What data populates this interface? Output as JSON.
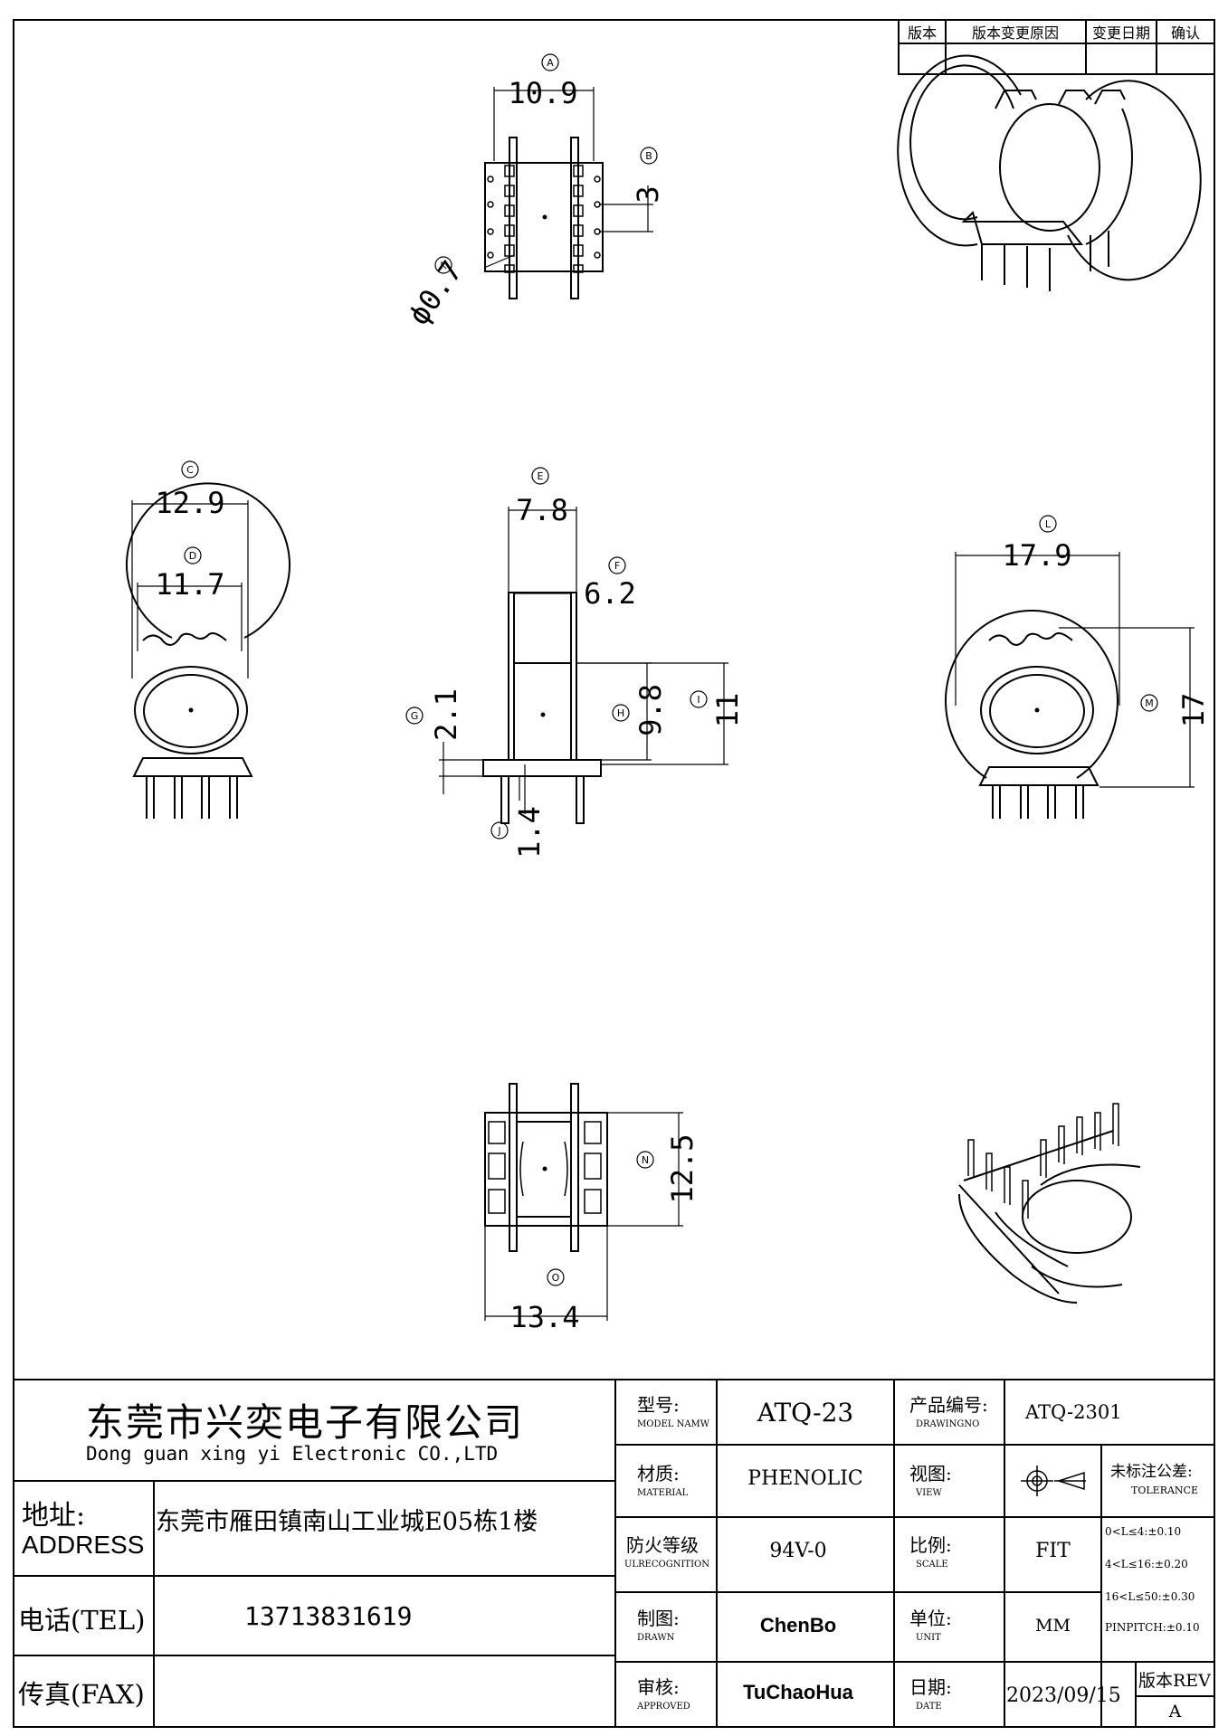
{
  "revision_table": {
    "headers": [
      "版本",
      "版本变更原因",
      "变更日期",
      "确认"
    ]
  },
  "dimensions": {
    "A": {
      "label": "A",
      "value": "10.9"
    },
    "B": {
      "label": "B",
      "value": "3"
    },
    "K": {
      "label": "K",
      "value": "ϕ0.7"
    },
    "C": {
      "label": "C",
      "value": "12.9"
    },
    "D": {
      "label": "D",
      "value": "11.7"
    },
    "E": {
      "label": "E",
      "value": "7.8"
    },
    "F": {
      "label": "F",
      "value": "6.2"
    },
    "G": {
      "label": "G",
      "value": "2.1"
    },
    "H": {
      "label": "H",
      "value": "9.8"
    },
    "I": {
      "label": "I",
      "value": "11"
    },
    "J": {
      "label": "J",
      "value": "1.4"
    },
    "L": {
      "label": "L",
      "value": "17.9"
    },
    "M": {
      "label": "M",
      "value": "17"
    },
    "N": {
      "label": "N",
      "value": "12.5"
    },
    "O": {
      "label": "O",
      "value": "13.4"
    }
  },
  "title_block": {
    "company_cn": "东莞市兴奕电子有限公司",
    "company_en": "Dong guan xing yi Electronic CO.,LTD",
    "address_label_cn": "地址:",
    "address_label_en": "ADDRESS",
    "address_value": "东莞市雁田镇南山工业城E05栋1楼",
    "tel_label": "电话(TEL)",
    "tel_value": "13713831619",
    "fax_label": "传真(FAX)",
    "fax_value": "",
    "model_label_cn": "型号:",
    "model_label_en": "MODEL NAMW",
    "model_value": "ATQ-23",
    "drawingno_label_cn": "产品编号:",
    "drawingno_label_en": "DRAWINGNO",
    "drawingno_value": "ATQ-2301",
    "material_label_cn": "材质:",
    "material_label_en": "MATERIAL",
    "material_value": "PHENOLIC",
    "view_label_cn": "视图:",
    "view_label_en": "VIEW",
    "fire_label_cn": "防火等级",
    "fire_label_en": "ULRECOGNITION",
    "fire_value": "94V-0",
    "scale_label_cn": "比例:",
    "scale_label_en": "SCALE",
    "scale_value": "FIT",
    "drawn_label_cn": "制图:",
    "drawn_label_en": "DRAWN",
    "drawn_value": "ChenBo",
    "unit_label_cn": "单位:",
    "unit_label_en": "UNIT",
    "unit_value": "MM",
    "approved_label_cn": "审核:",
    "approved_label_en": "APPROVED",
    "approved_value": "TuChaoHua",
    "date_label_cn": "日期:",
    "date_label_en": "DATE",
    "date_value": "2023/09/15",
    "rev_label": "版本REV",
    "rev_value": "A",
    "tolerance_label_cn": "未标注公差:",
    "tolerance_label_en": "TOLERANCE",
    "tolerances": [
      "0<L≤4:±0.10",
      "4<L≤16:±0.20",
      "16<L≤50:±0.30",
      "PINPITCH:±0.10"
    ]
  }
}
